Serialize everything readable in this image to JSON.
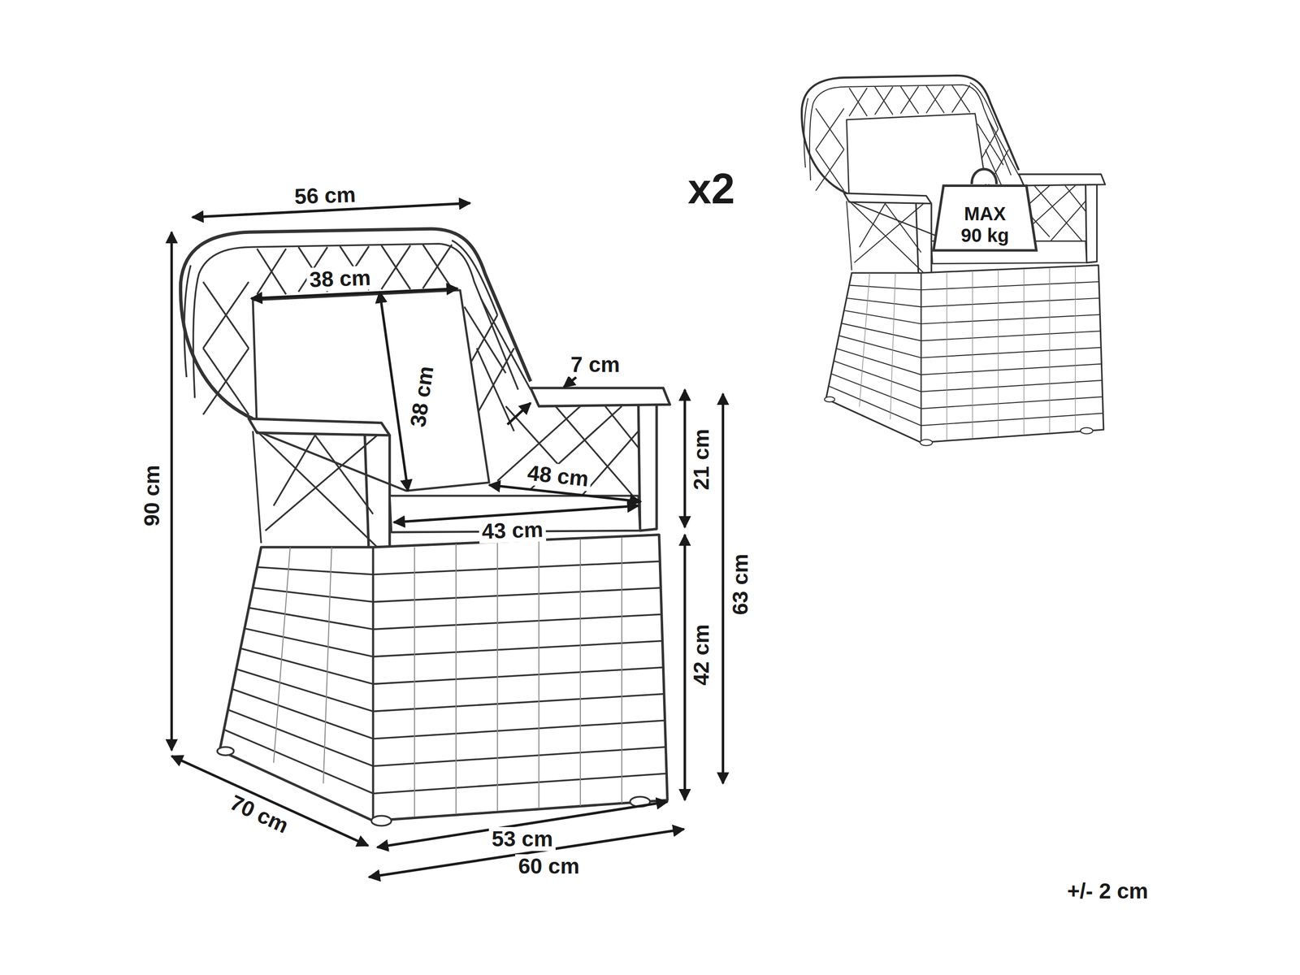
{
  "diagram": {
    "labels": [
      "56 cm",
      "38 cm",
      "7 cm",
      "38 cm",
      "48 cm",
      "43 cm",
      "90 cm",
      "21 cm",
      "63 cm",
      "42 cm",
      "70 cm",
      "53 cm",
      "60 cm",
      "x2",
      "MAX",
      "90 kg",
      "+/- 2 cm"
    ]
  }
}
